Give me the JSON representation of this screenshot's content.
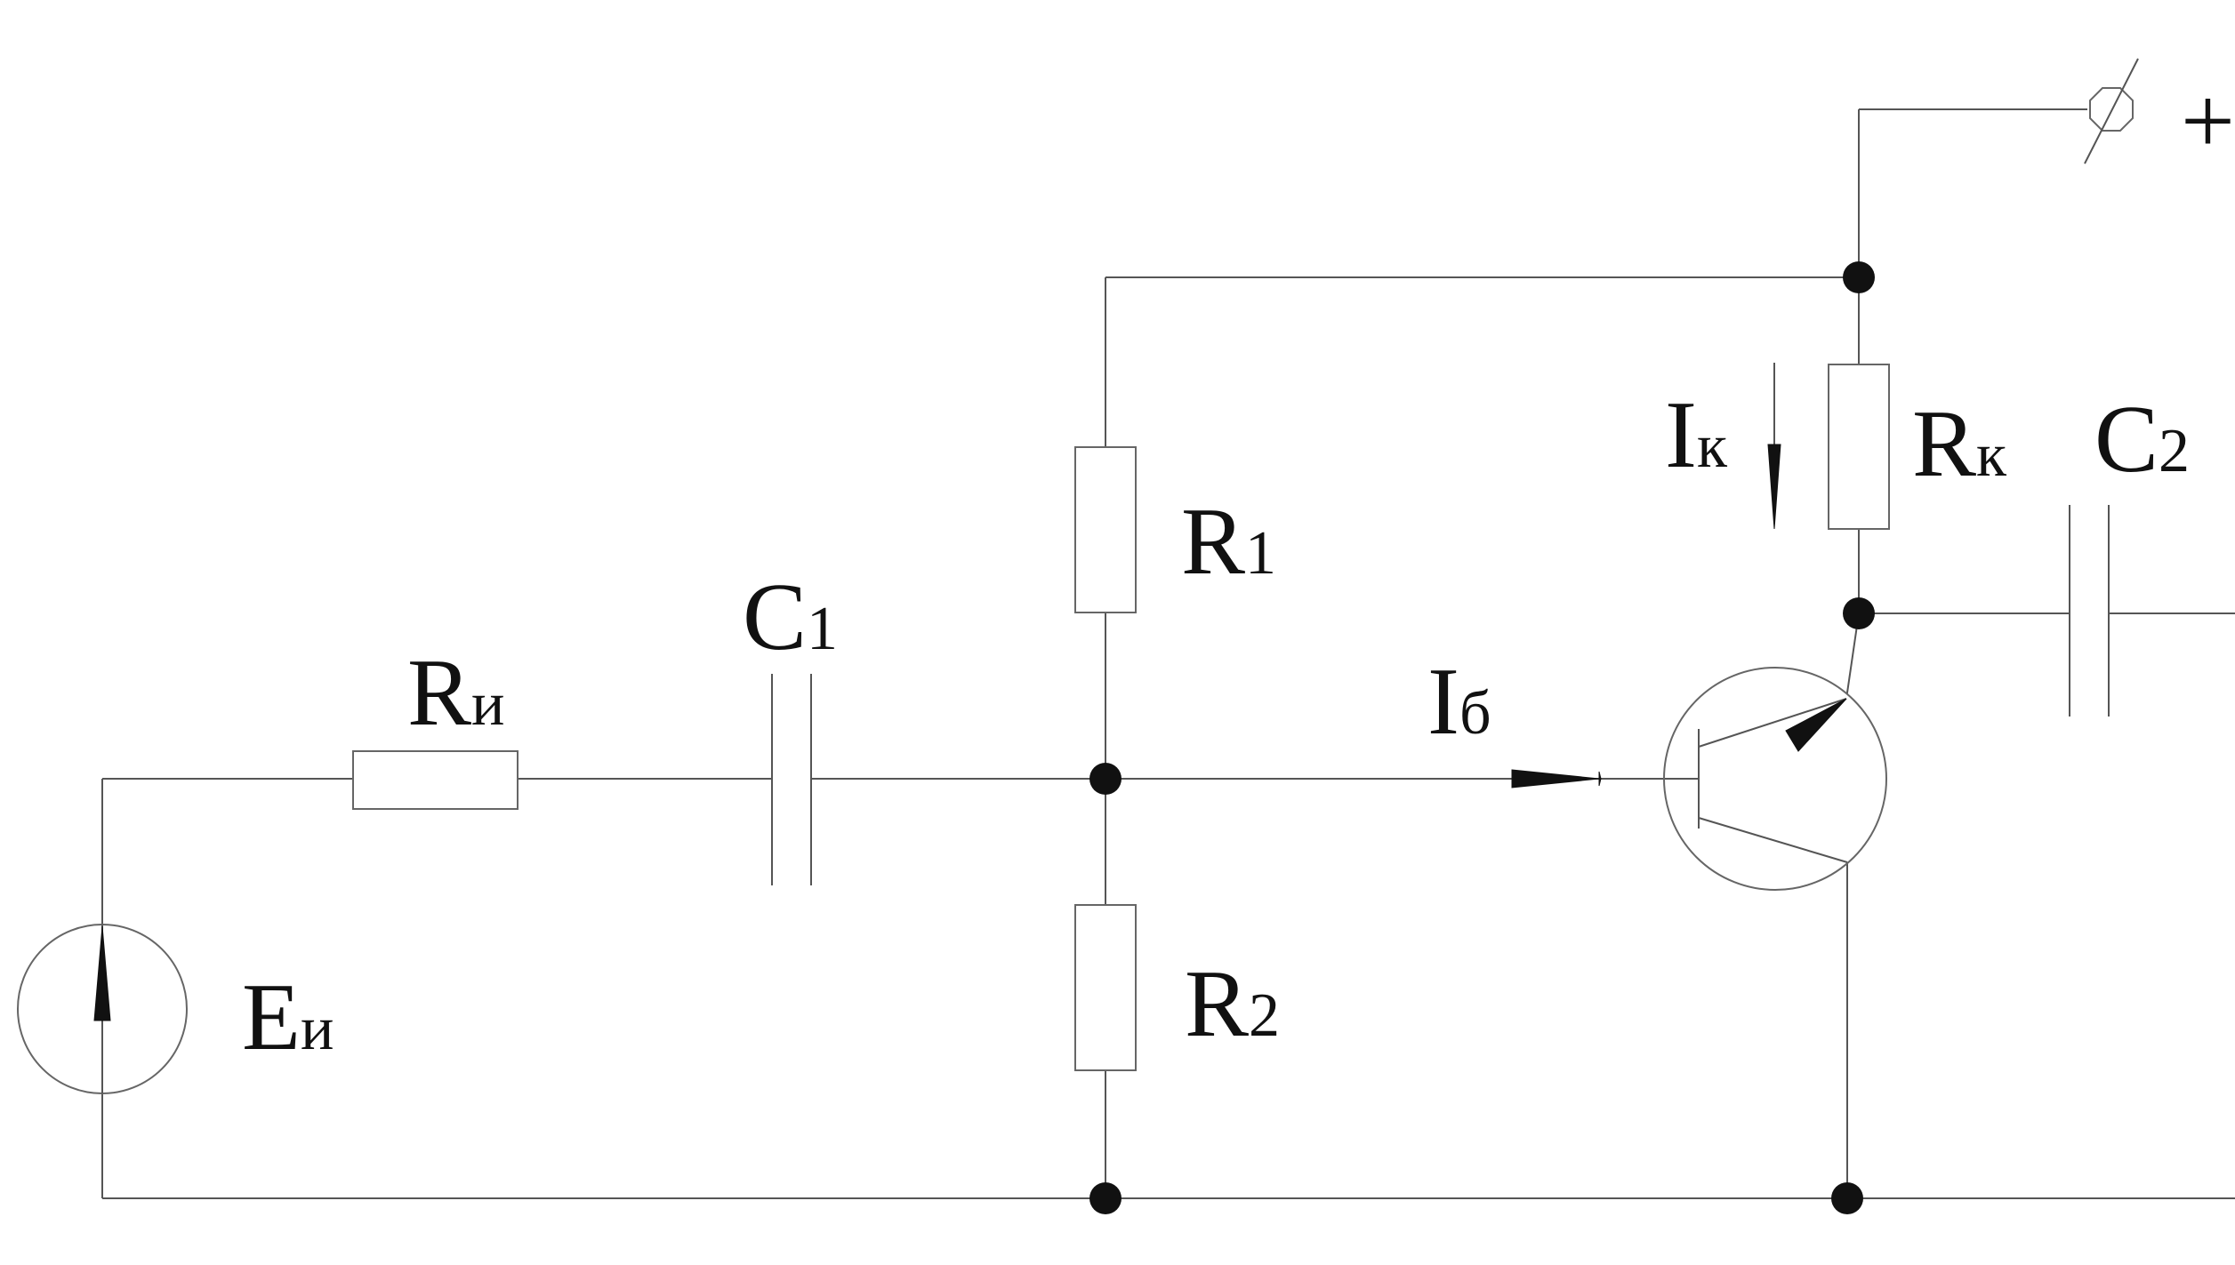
{
  "diagram": {
    "components": {
      "source": {
        "label": "E",
        "sub": "и"
      },
      "source_resistor": {
        "label": "R",
        "sub": "и"
      },
      "input_capacitor": {
        "label": "C",
        "sub": "1"
      },
      "divider_top": {
        "label": "R",
        "sub": "1"
      },
      "divider_bottom": {
        "label": "R",
        "sub": "2"
      },
      "collector_resistor": {
        "label": "R",
        "sub": "к"
      },
      "output_capacitor": {
        "label": "C",
        "sub": "2"
      }
    },
    "currents": {
      "base": {
        "label": "I",
        "sub": "б"
      },
      "collector": {
        "label": "I",
        "sub": "к"
      }
    },
    "supply": {
      "label": "+"
    }
  }
}
